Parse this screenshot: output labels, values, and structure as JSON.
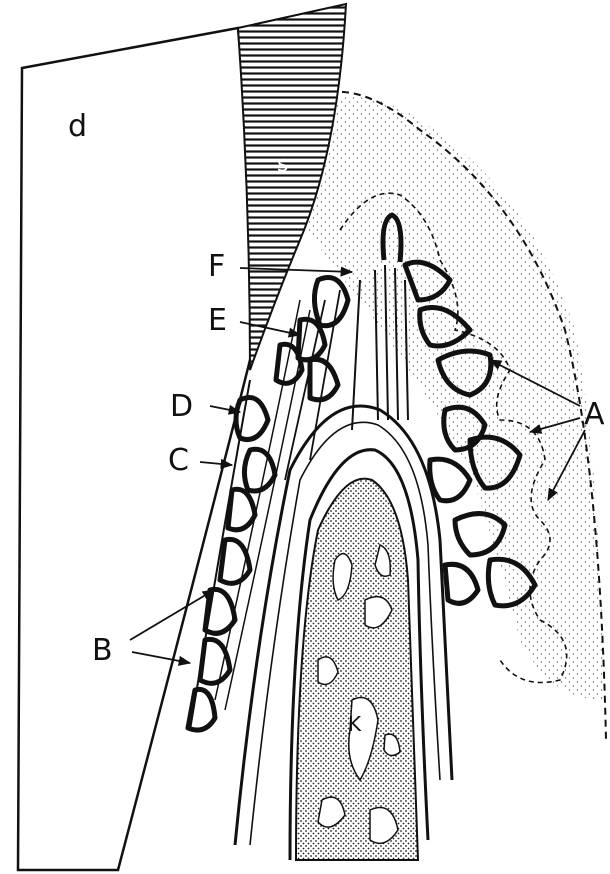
{
  "figure": {
    "labels": {
      "d": "d",
      "s": "s",
      "A": "A",
      "B": "B",
      "C": "C",
      "D": "D",
      "E": "E",
      "F": "F",
      "K": "K"
    },
    "colors": {
      "ink": "#111111",
      "paper": "#ffffff",
      "stipple": "#555555"
    }
  }
}
